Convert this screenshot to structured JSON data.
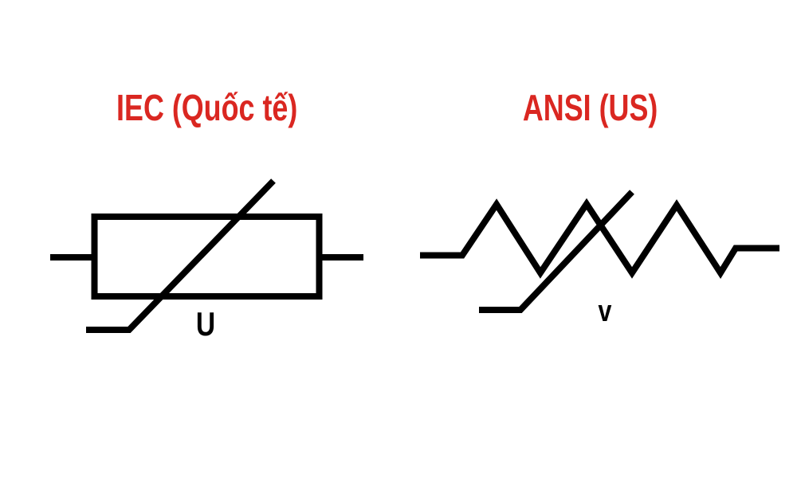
{
  "colors": {
    "background": "#ffffff",
    "title_red": "#da2721",
    "symbol_black": "#000000"
  },
  "panels": {
    "left": {
      "title": "IEC (Quốc tế)",
      "symbol": "varistor-iec-symbol",
      "quantity_label": "U"
    },
    "right": {
      "title": "ANSI (US)",
      "symbol": "varistor-ansi-symbol",
      "quantity_label": "v"
    }
  }
}
